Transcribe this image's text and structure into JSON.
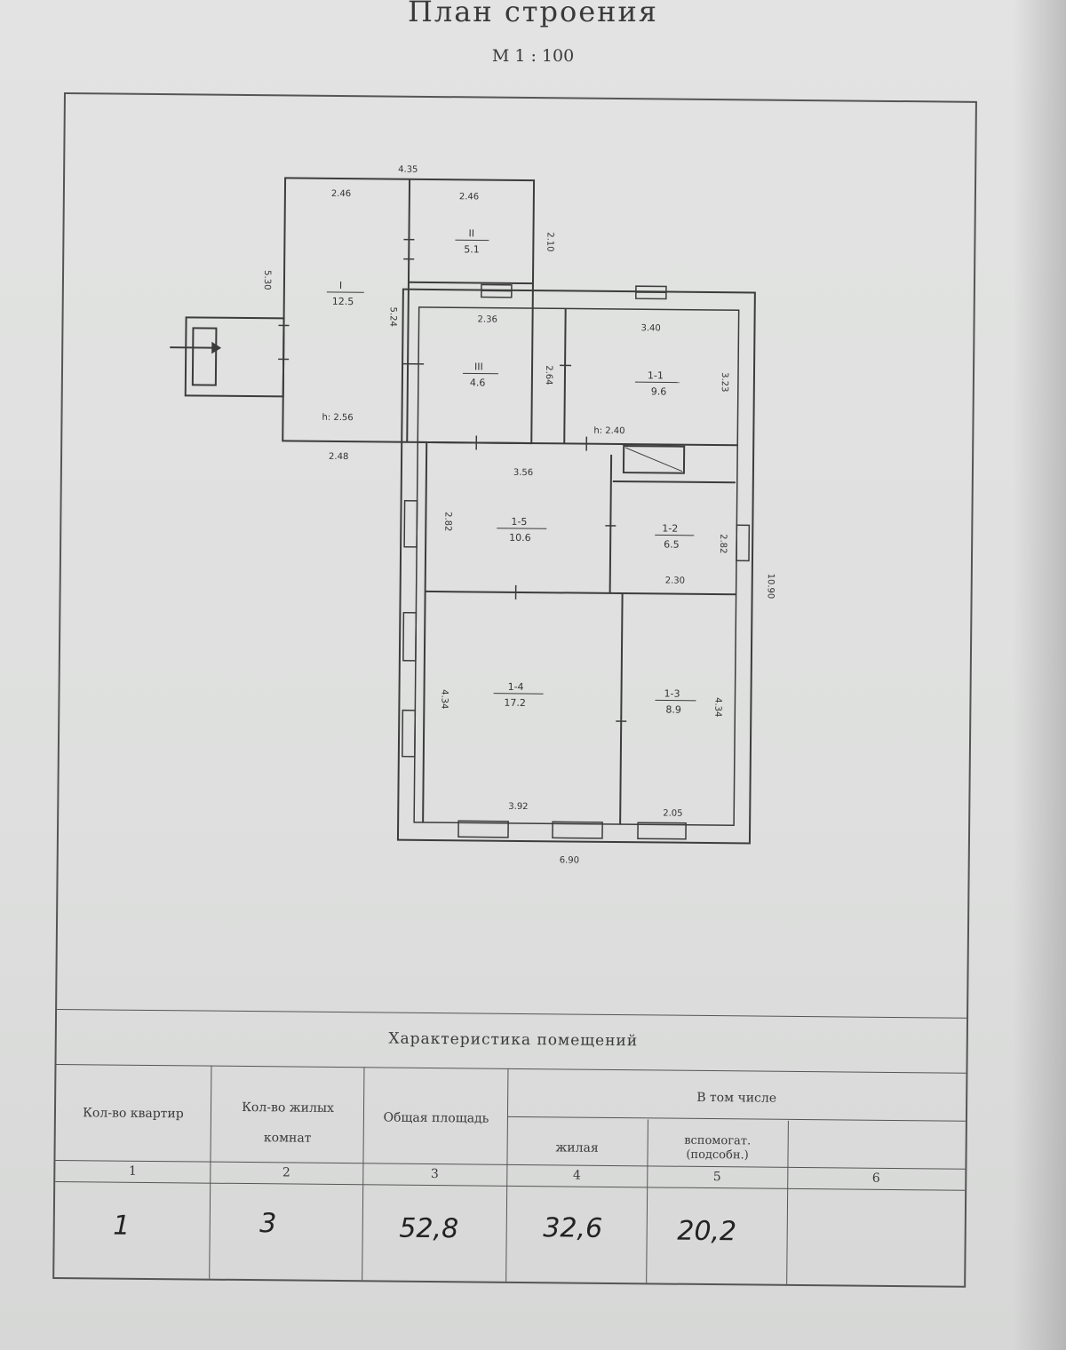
{
  "header": {
    "title": "План строения",
    "scale": "М 1 : 100"
  },
  "plan": {
    "dimensions": {
      "top_total": "4.35",
      "d_246_a": "2.46",
      "d_246_b": "2.46",
      "d_210": "2.10",
      "d_530": "5.30",
      "d_524": "5.24",
      "d_236": "2.36",
      "d_340": "3.40",
      "d_264": "2.64",
      "d_323": "3.23",
      "d_248": "2.48",
      "d_356": "3.56",
      "d_282_a": "2.82",
      "d_282_b": "2.82",
      "d_230": "2.30",
      "d_434_a": "4.34",
      "d_434_b": "4.34",
      "d_392": "3.92",
      "d_205": "2.05",
      "d_690": "6.90",
      "d_1090": "10.90",
      "h_left": "h: 2.56",
      "h_right": "h: 2.40"
    },
    "rooms": [
      {
        "id": "I",
        "area": "12.5"
      },
      {
        "id": "II",
        "area": "5.1"
      },
      {
        "id": "III",
        "area": "4.6"
      },
      {
        "id": "1-1",
        "area": "9.6"
      },
      {
        "id": "1-5",
        "area": "10.6"
      },
      {
        "id": "1-2",
        "area": "6.5"
      },
      {
        "id": "1-4",
        "area": "17.2"
      },
      {
        "id": "1-3",
        "area": "8.9"
      }
    ]
  },
  "table": {
    "title": "Характеристика помещений",
    "headers": {
      "apartments": "Кол-во квартир",
      "living_rooms": "Кол-во жилых комнат",
      "total_area": "Общая площадь",
      "including": "В том числе",
      "living": "жилая",
      "auxiliary": "вспомогат. (подсобн.)"
    },
    "column_numbers": [
      "1",
      "2",
      "3",
      "4",
      "5",
      "6"
    ],
    "values": {
      "apartments": "1",
      "living_rooms": "3",
      "total_area": "52,8",
      "living_area": "32,6",
      "auxiliary_area": "20,2"
    }
  }
}
